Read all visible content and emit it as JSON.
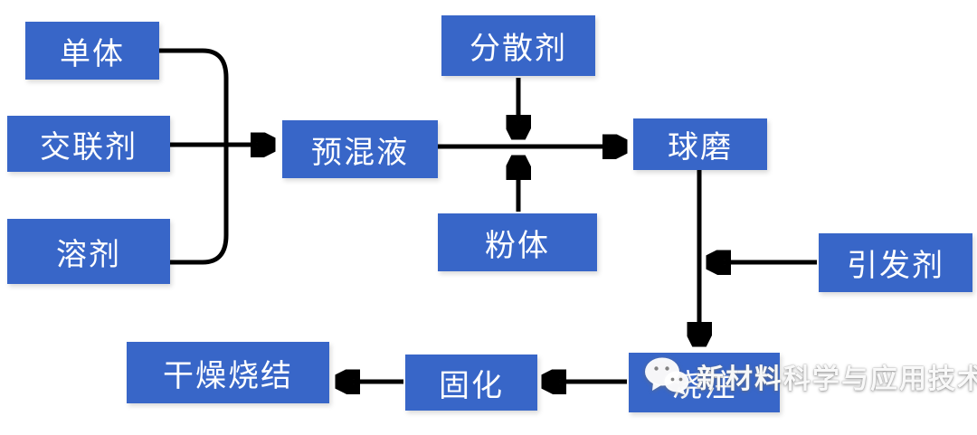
{
  "diagram": {
    "description": "Process flow diagram (gel-casting ceramic forming process)",
    "colors": {
      "node_fill": "#3866C8",
      "node_text": "#FFFFFF",
      "arrow": "#000000"
    },
    "nodes": {
      "monomer": {
        "label": "单体"
      },
      "crosslinker": {
        "label": "交联剂"
      },
      "solvent": {
        "label": "溶剂"
      },
      "premix": {
        "label": "预混液"
      },
      "dispersant": {
        "label": "分散剂"
      },
      "powder": {
        "label": "粉体"
      },
      "ball_mill": {
        "label": "球磨"
      },
      "initiator": {
        "label": "引发剂"
      },
      "casting": {
        "label": "浇注"
      },
      "curing": {
        "label": "固化"
      },
      "drying_sintering": {
        "label": "干燥烧结"
      }
    },
    "edges": [
      {
        "from": "单体",
        "to": "预混液"
      },
      {
        "from": "交联剂",
        "to": "预混液"
      },
      {
        "from": "溶剂",
        "to": "预混液"
      },
      {
        "from": "预混液",
        "to": "球磨"
      },
      {
        "from": "分散剂",
        "to": "预混液→球磨 连线",
        "direction": "down"
      },
      {
        "from": "粉体",
        "to": "预混液→球磨 连线",
        "direction": "up"
      },
      {
        "from": "球磨",
        "to": "浇注"
      },
      {
        "from": "引发剂",
        "to": "球磨→浇注 连线",
        "direction": "left"
      },
      {
        "from": "浇注",
        "to": "固化"
      },
      {
        "from": "固化",
        "to": "干燥烧结"
      }
    ],
    "watermark": {
      "icon": "wechat-icon",
      "text": "新材料科学与应用技术"
    }
  }
}
